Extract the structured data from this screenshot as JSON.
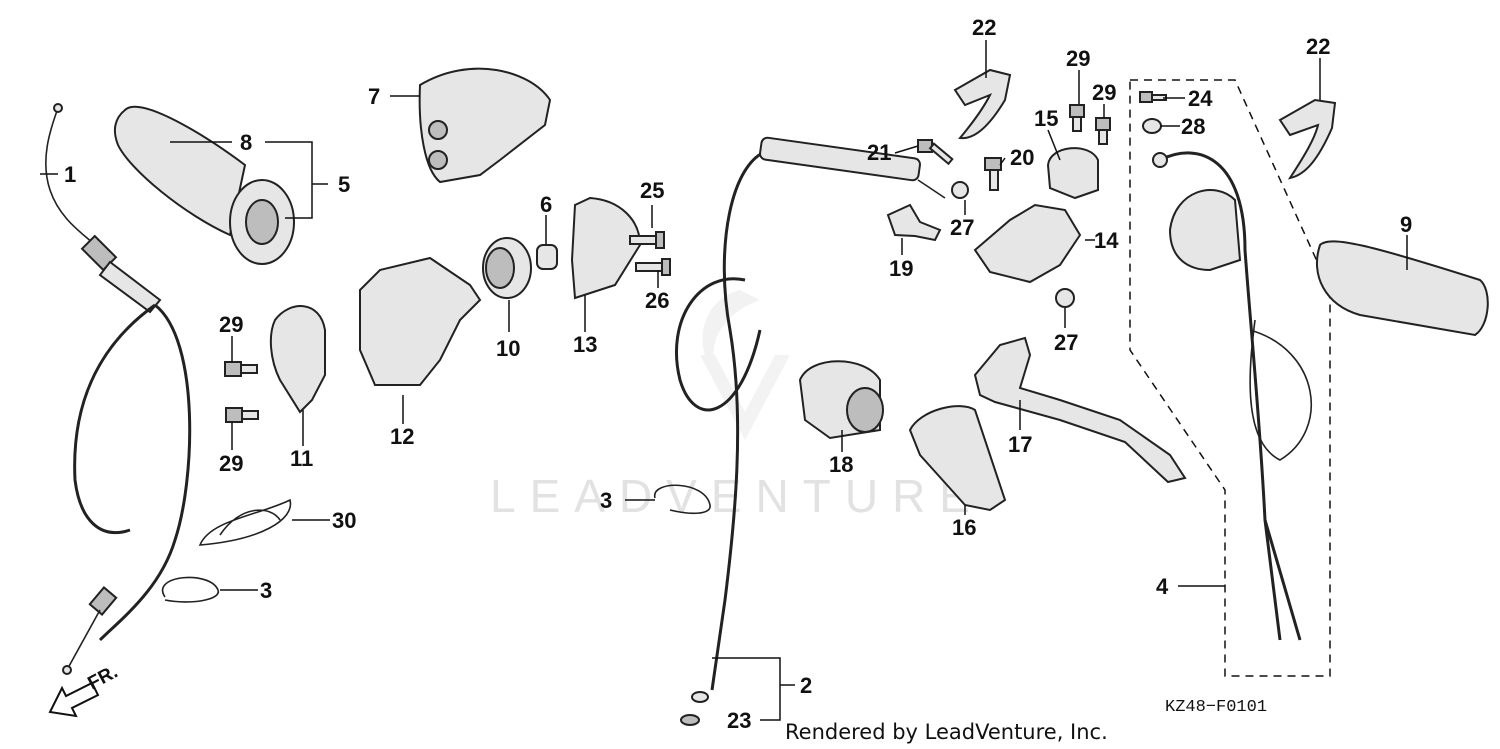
{
  "diagram": {
    "callouts": [
      "1",
      "2",
      "3",
      "3",
      "4",
      "5",
      "6",
      "7",
      "8",
      "9",
      "10",
      "11",
      "12",
      "13",
      "14",
      "15",
      "16",
      "17",
      "18",
      "19",
      "20",
      "21",
      "22",
      "22",
      "23",
      "24",
      "25",
      "26",
      "27",
      "27",
      "28",
      "29",
      "29",
      "29",
      "29",
      "30"
    ],
    "watermark": "LEADVENTURE",
    "diagram_code": "KZ48−F0101",
    "credit": "Rendered by LeadVenture, Inc.",
    "direction_label": "FR."
  }
}
